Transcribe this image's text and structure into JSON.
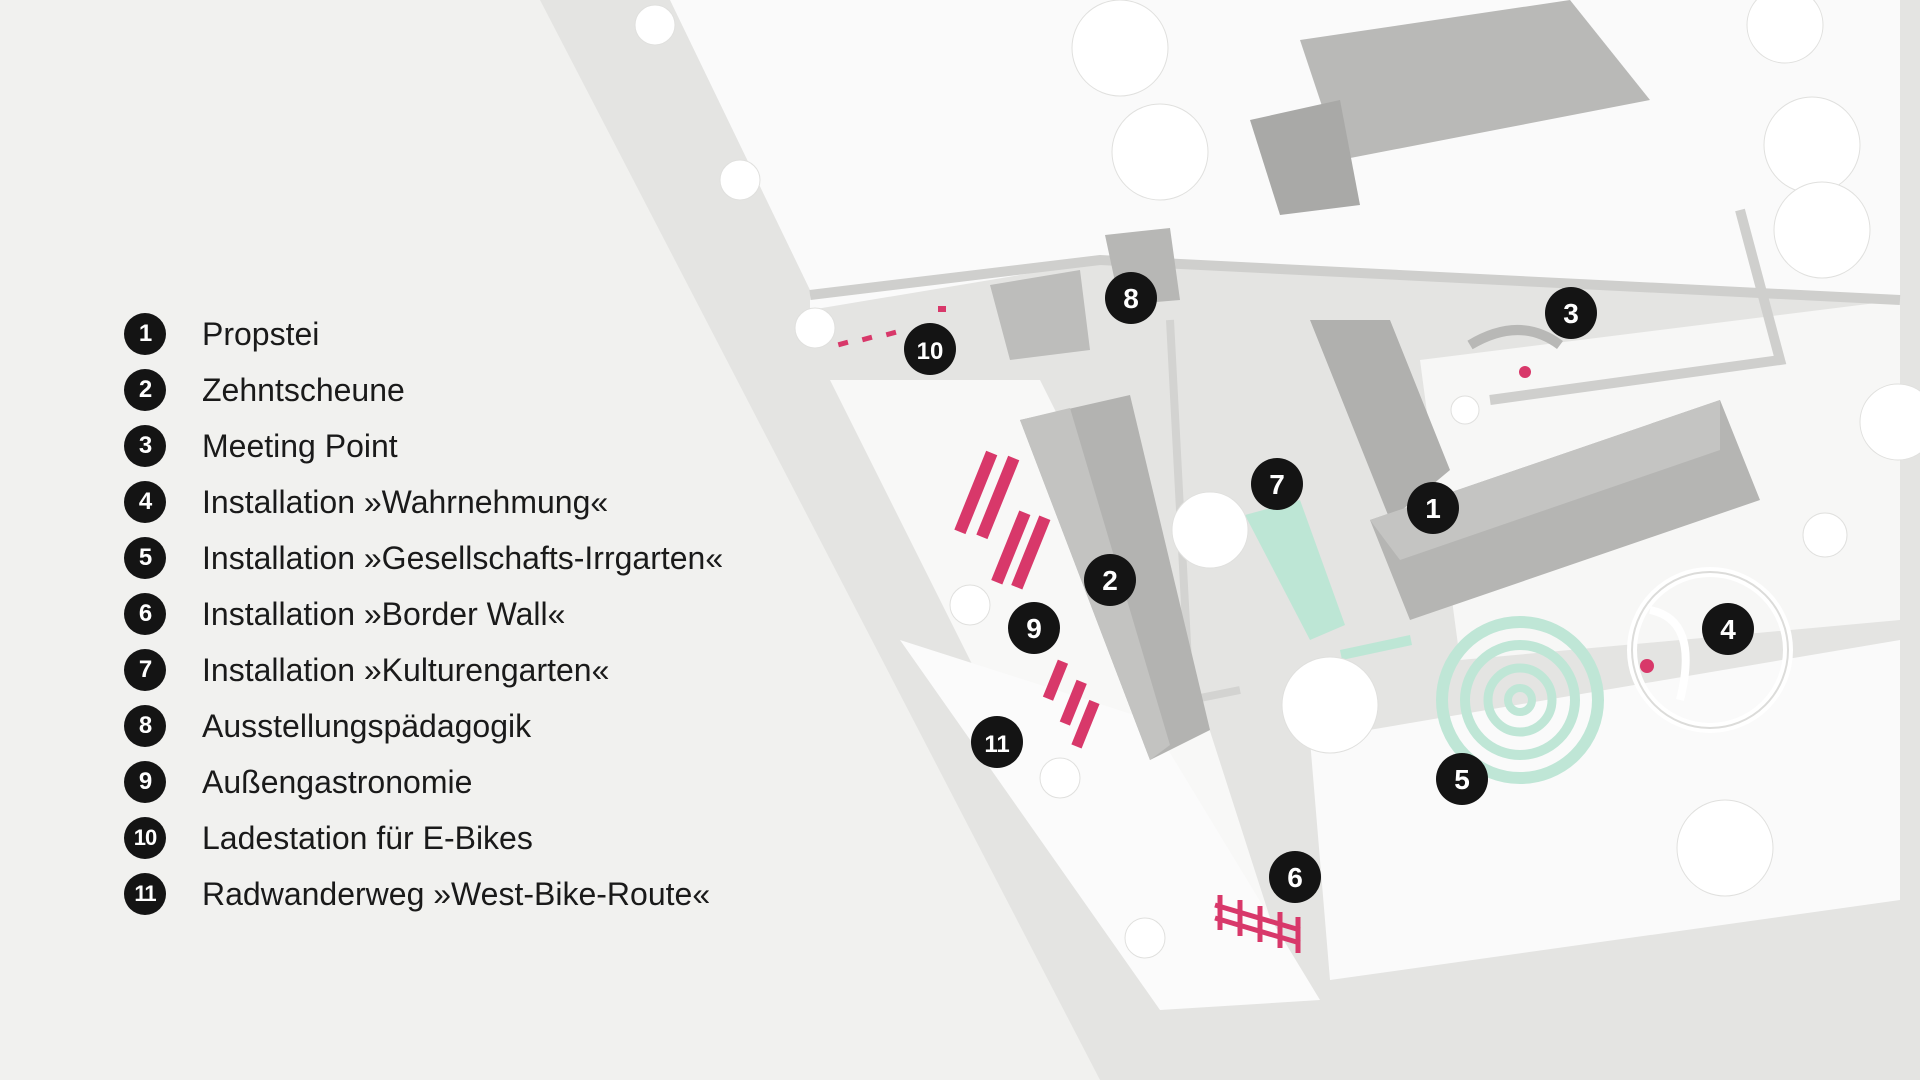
{
  "legend": [
    {
      "number": "1",
      "label": "Propstei"
    },
    {
      "number": "2",
      "label": "Zehntscheune"
    },
    {
      "number": "3",
      "label": "Meeting Point"
    },
    {
      "number": "4",
      "label": "Installation »Wahrnehmung«"
    },
    {
      "number": "5",
      "label": "Installation »Gesellschafts-Irrgarten«"
    },
    {
      "number": "6",
      "label": "Installation »Border Wall«"
    },
    {
      "number": "7",
      "label": "Installation »Kulturengarten«"
    },
    {
      "number": "8",
      "label": "Ausstellungspädagogik"
    },
    {
      "number": "9",
      "label": "Außengastronomie"
    },
    {
      "number": "10",
      "label": "Ladestation für E-Bikes"
    },
    {
      "number": "11",
      "label": "Radwanderweg »West-Bike-Route«"
    }
  ],
  "colors": {
    "background": "#f1f1ef",
    "ground": "#e6e6e4",
    "plaza": "#fafafa",
    "building": "#b5b5b3",
    "accent_pink": "#d8386a",
    "accent_mint": "#b9e3d2",
    "marker": "#141414"
  }
}
